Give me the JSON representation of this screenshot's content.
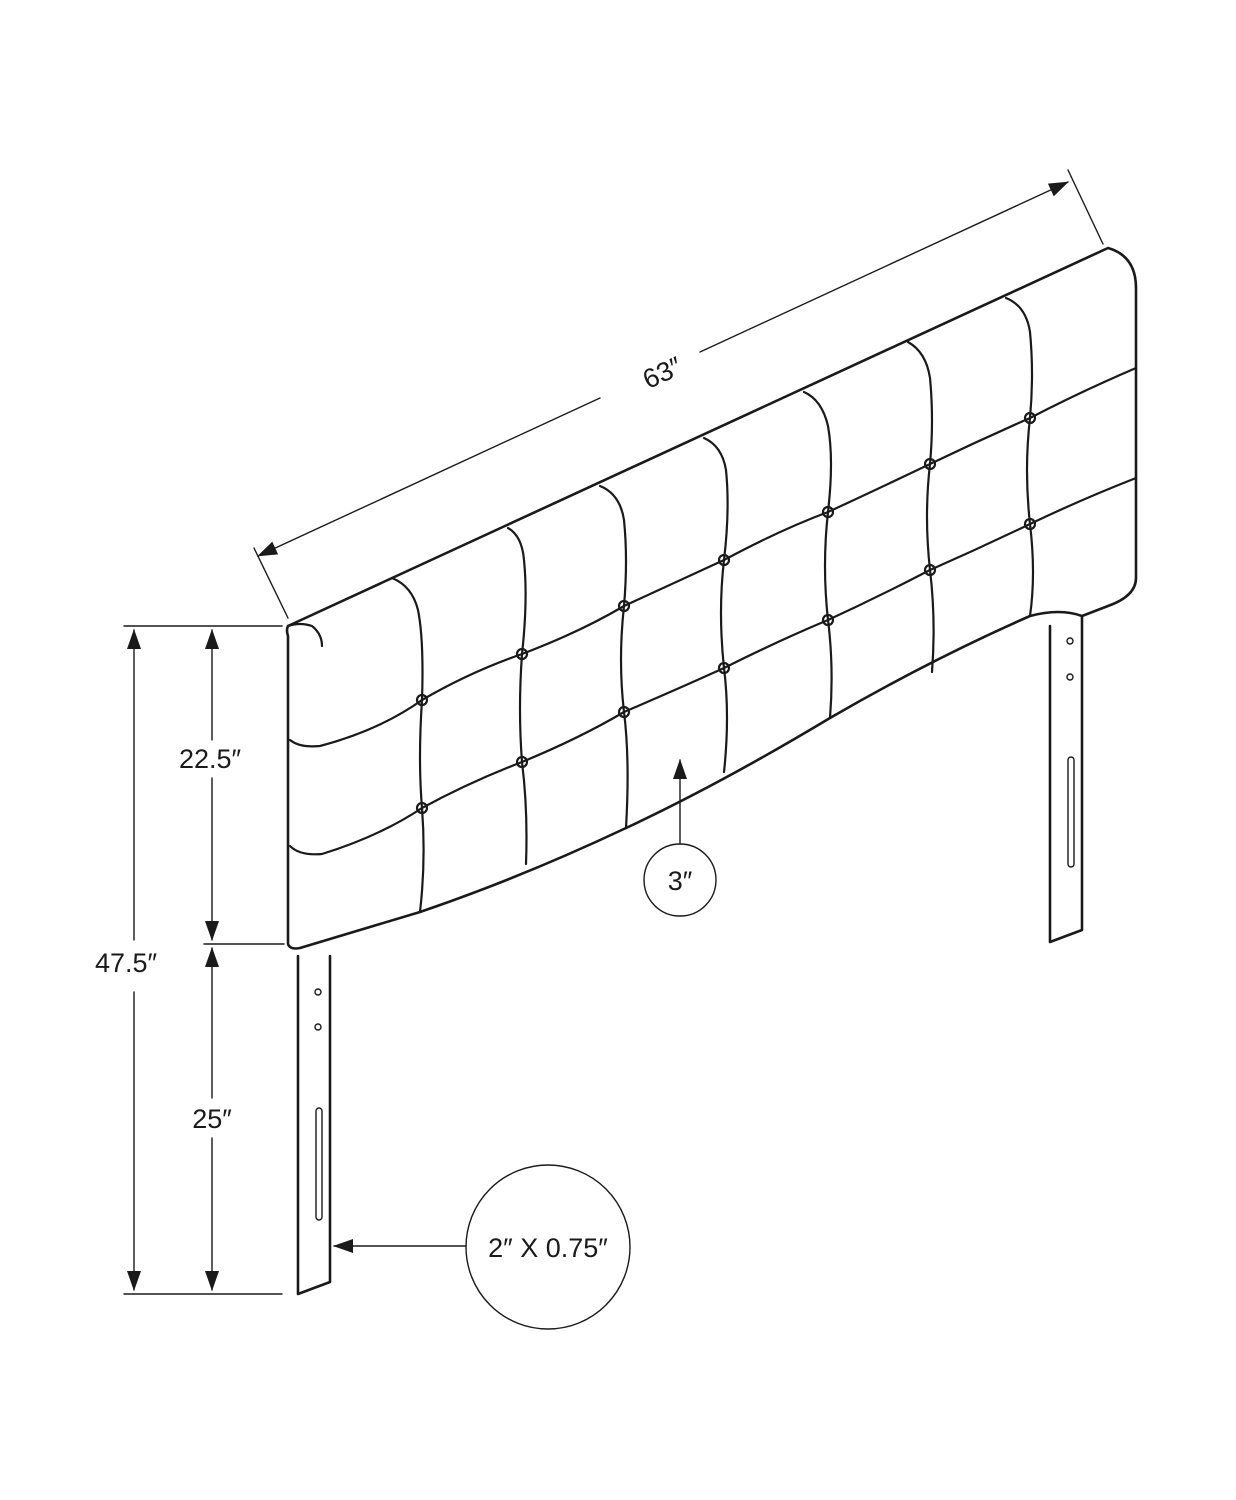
{
  "dimensions": {
    "width": "63″",
    "panel_height": "22.5″",
    "total_height": "47.5″",
    "leg_height": "25″",
    "thickness": "3″",
    "leg_size": "2″ X 0.75″"
  },
  "colors": {
    "line": "#1a1a1a",
    "background": "#ffffff"
  }
}
